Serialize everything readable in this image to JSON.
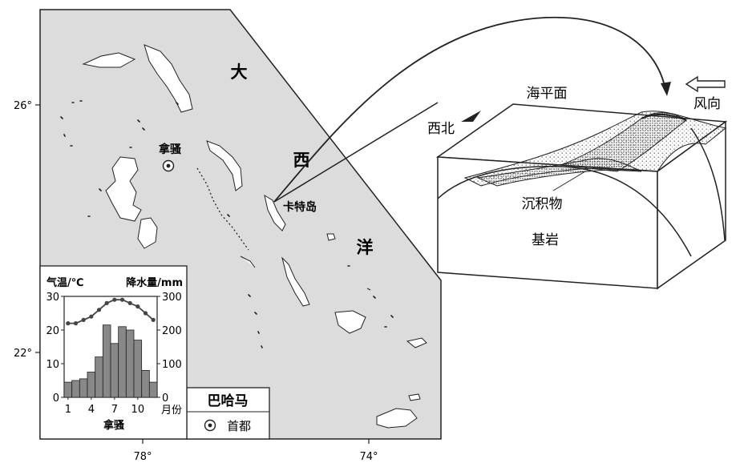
{
  "map": {
    "ocean_label_chars": [
      "大",
      "西",
      "洋"
    ],
    "capital_name": "拿骚",
    "island_label": "卡特岛",
    "lat_labels": [
      "26°",
      "22°"
    ],
    "lon_labels": [
      "78°",
      "74°"
    ],
    "legend": {
      "country": "巴哈马",
      "capital_symbol_label": "首都"
    }
  },
  "block_diagram": {
    "sea_level": "海平面",
    "wind_direction": "风向",
    "northwest": "西北",
    "sediment": "沉积物",
    "bedrock": "基岩"
  },
  "chart_data": {
    "type": "bar+line",
    "station": "拿骚",
    "x_label": "月份",
    "x_tick_labels": [
      "1",
      "4",
      "7",
      "10"
    ],
    "months": [
      1,
      2,
      3,
      4,
      5,
      6,
      7,
      8,
      9,
      10,
      11,
      12
    ],
    "y_left_label": "气温/℃",
    "y_left_ticks": [
      "0",
      "10",
      "20",
      "30"
    ],
    "y_left_range": [
      0,
      30
    ],
    "y_right_label": "降水量/mm",
    "y_right_ticks": [
      "0",
      "100",
      "200",
      "300"
    ],
    "y_right_range": [
      0,
      300
    ],
    "series": [
      {
        "type": "bar",
        "unit": "mm",
        "values": [
          45,
          50,
          55,
          75,
          120,
          215,
          160,
          210,
          200,
          170,
          80,
          45
        ]
      },
      {
        "type": "line",
        "unit": "℃",
        "values": [
          22,
          22,
          23,
          24,
          26,
          28,
          29,
          29,
          28,
          27,
          25,
          23
        ]
      }
    ],
    "colors": {
      "bar": "#888888",
      "line": "#444444"
    }
  }
}
